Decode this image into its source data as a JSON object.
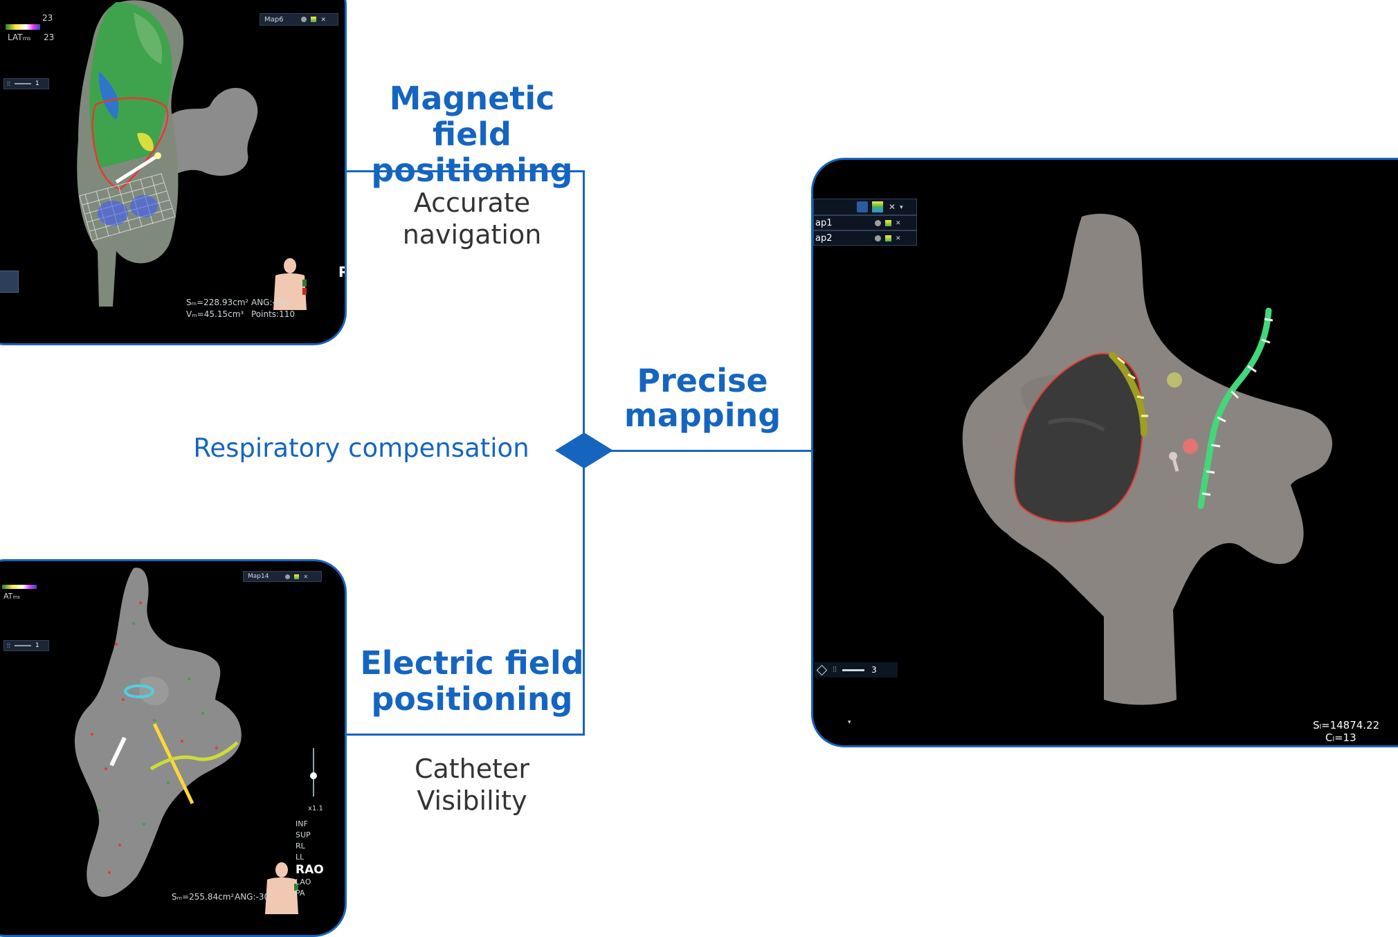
{
  "colors": {
    "accent": "#1565c0",
    "panel_bg": "#000000",
    "tissue": "#8a8580",
    "text_dark": "#333333"
  },
  "labels": {
    "magnetic": {
      "line1": "Magnetic field",
      "line2": "positioning"
    },
    "accurate": {
      "line1": "Accurate",
      "line2": "navigation"
    },
    "respiratory": "Respiratory compensation",
    "precise": {
      "line1": "Precise",
      "line2": "mapping"
    },
    "electric": {
      "line1": "Electric field",
      "line2": "positioning"
    },
    "catheter": {
      "line1": "Catheter",
      "line2": "Visibility"
    }
  },
  "panel_tl": {
    "scale_max": "23",
    "scale_label": "LAT",
    "scale_unit": "ms",
    "scale_value": "23",
    "map_name": "Map6",
    "slider_value": "1",
    "stat_area": "Sₘ=228.93cm²",
    "stat_volume": "Vₘ=45.15cm³",
    "stat_ang": "ANG:-30°",
    "stat_points": "Points:110",
    "orient": "R"
  },
  "panel_bl": {
    "scale_label": "AT",
    "scale_unit": "ms",
    "map_name": "Map14",
    "slider_value": "1",
    "zoom": "x1.1",
    "views": [
      "INF",
      "SUP",
      "RL",
      "LL",
      "RAO",
      "LAO",
      "PA"
    ],
    "stat_area": "Sₘ=255.84cm²",
    "stat_ang": "ANG:-30°"
  },
  "panel_r": {
    "maps": [
      "ap1",
      "ap2"
    ],
    "slider_value": "3",
    "stat_s": "Sₗ=14874.22",
    "stat_c": "Cₗ=13"
  },
  "icons": [
    "layers-icon",
    "palette-icon",
    "expand-icon",
    "chevron-down-icon",
    "diamond-icon",
    "grid-icon",
    "torso-icon"
  ]
}
